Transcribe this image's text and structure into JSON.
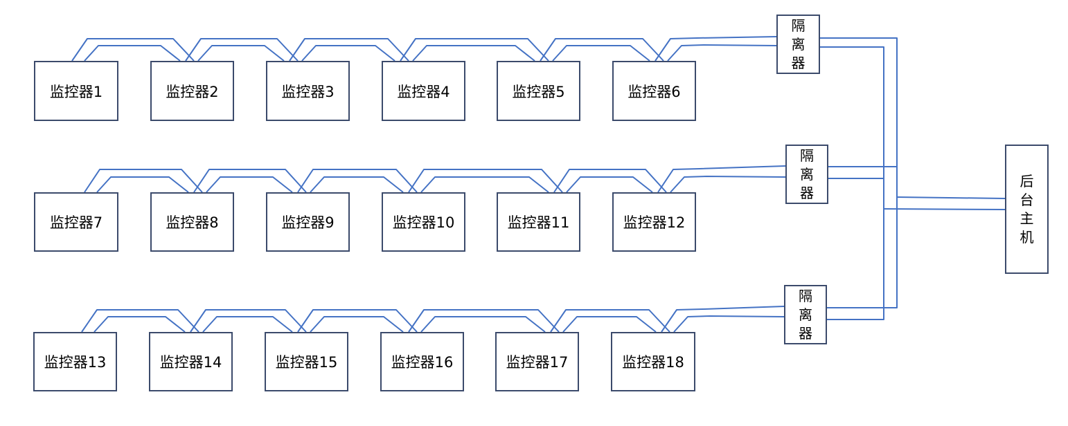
{
  "wire_color": "#4472c4",
  "box_border_color": "#3b4a6b",
  "monitors": [
    "监控器1",
    "监控器2",
    "监控器3",
    "监控器4",
    "监控器5",
    "监控器6",
    "监控器7",
    "监控器8",
    "监控器9",
    "监控器10",
    "监控器11",
    "监控器12",
    "监控器13",
    "监控器14",
    "监控器15",
    "监控器16",
    "监控器17",
    "监控器18"
  ],
  "isolators": [
    [
      "隔",
      "离",
      "器"
    ],
    [
      "隔",
      "离",
      "器"
    ],
    [
      "隔",
      "离",
      "器"
    ]
  ],
  "host": [
    "后",
    "台",
    "主",
    "机"
  ]
}
